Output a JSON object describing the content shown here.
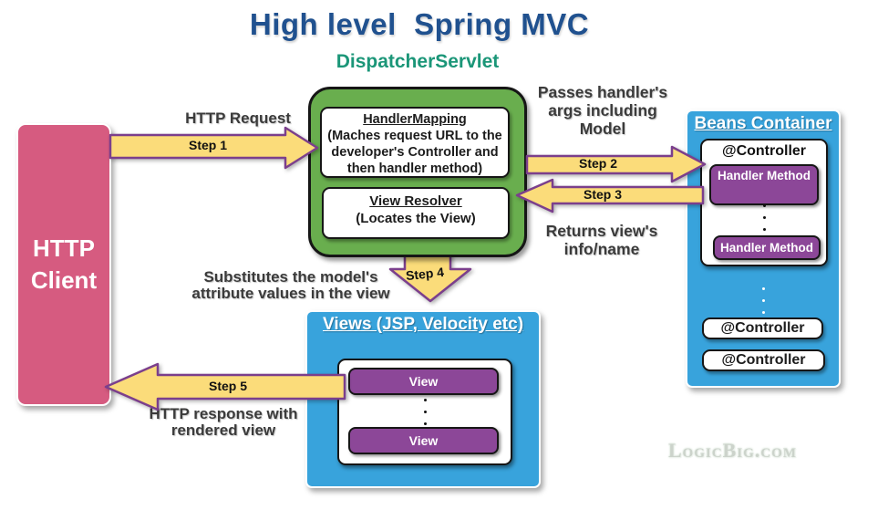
{
  "title": "High level  Spring MVC",
  "dispatcher": {
    "label": "DispatcherServlet",
    "handler_mapping": {
      "title": "HandlerMapping",
      "desc": "(Maches request URL to the\ndeveloper's Controller and\nthen handler method)"
    },
    "view_resolver": {
      "title": "View Resolver",
      "desc": "(Locates the View)"
    }
  },
  "http_client": {
    "label": "HTTP\nClient"
  },
  "beans_container": {
    "title": "Beans Container",
    "controller1": "@Controller",
    "handler_method1": "Handler Method",
    "handler_method2": "Handler Method",
    "controller2": "@Controller",
    "controller3": "@Controller"
  },
  "views_box": {
    "title": "Views (JSP, Velocity etc)",
    "view1": "View",
    "view2": "View"
  },
  "steps": {
    "step1": "Step 1",
    "step2": "Step 2",
    "step3": "Step 3",
    "step4": "Step 4",
    "step5": "Step 5"
  },
  "annotations": {
    "http_request": "HTTP Request",
    "passes": "Passes handler's\nargs including\nModel",
    "returns": "Returns view's\ninfo/name",
    "substitutes": "Substitutes the model's\nattribute values in the view",
    "response": "HTTP response with\nrendered view"
  },
  "watermark": "LogicBig.com",
  "colors": {
    "title_blue": "#20518f",
    "dispatcher_teal": "#1b9678",
    "green_box": "#69ae4e",
    "client_pink": "#d65b80",
    "panel_blue": "#38a3dc",
    "method_purple": "#8c4798",
    "arrow_yellow": "#fbdc7a",
    "arrow_border": "#7b3f8c",
    "annotation_gray": "#3b3b3b"
  }
}
